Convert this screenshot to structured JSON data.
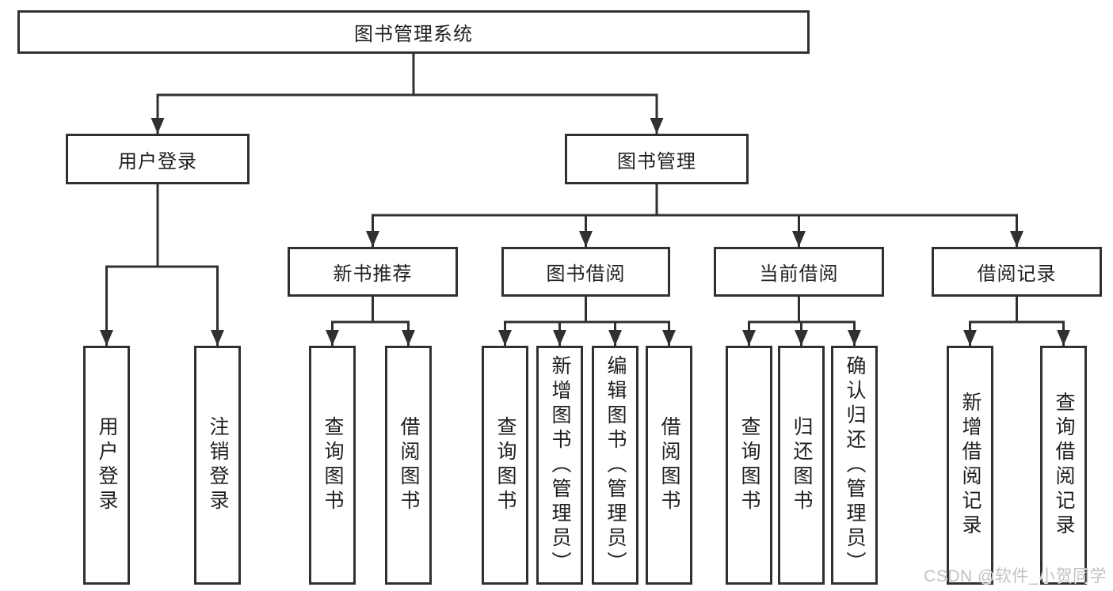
{
  "diagram": {
    "title": "图书管理系统",
    "type": "hierarchy-tree",
    "colors": {
      "line": "#303030",
      "box_border": "#303030",
      "box_fill": "#ffffff",
      "text": "#1f1f1f",
      "watermark": "#c2c2c2"
    },
    "tree": {
      "label": "图书管理系统",
      "children": [
        {
          "label": "用户登录",
          "children": [
            {
              "label": "用户登录"
            },
            {
              "label": "注销登录"
            }
          ]
        },
        {
          "label": "图书管理",
          "children": [
            {
              "label": "新书推荐",
              "children": [
                {
                  "label": "查询图书"
                },
                {
                  "label": "借阅图书"
                }
              ]
            },
            {
              "label": "图书借阅",
              "children": [
                {
                  "label": "查询图书"
                },
                {
                  "label": "新增图书（管理员）"
                },
                {
                  "label": "编辑图书（管理员）"
                },
                {
                  "label": "借阅图书"
                }
              ]
            },
            {
              "label": "当前借阅",
              "children": [
                {
                  "label": "查询图书"
                },
                {
                  "label": "归还图书"
                },
                {
                  "label": "确认归还（管理员）"
                }
              ]
            },
            {
              "label": "借阅记录",
              "children": [
                {
                  "label": "新增借阅记录"
                },
                {
                  "label": "查询借阅记录"
                }
              ]
            }
          ]
        }
      ]
    }
  },
  "watermark": {
    "text": "CSDN @软件_小贺同学"
  }
}
